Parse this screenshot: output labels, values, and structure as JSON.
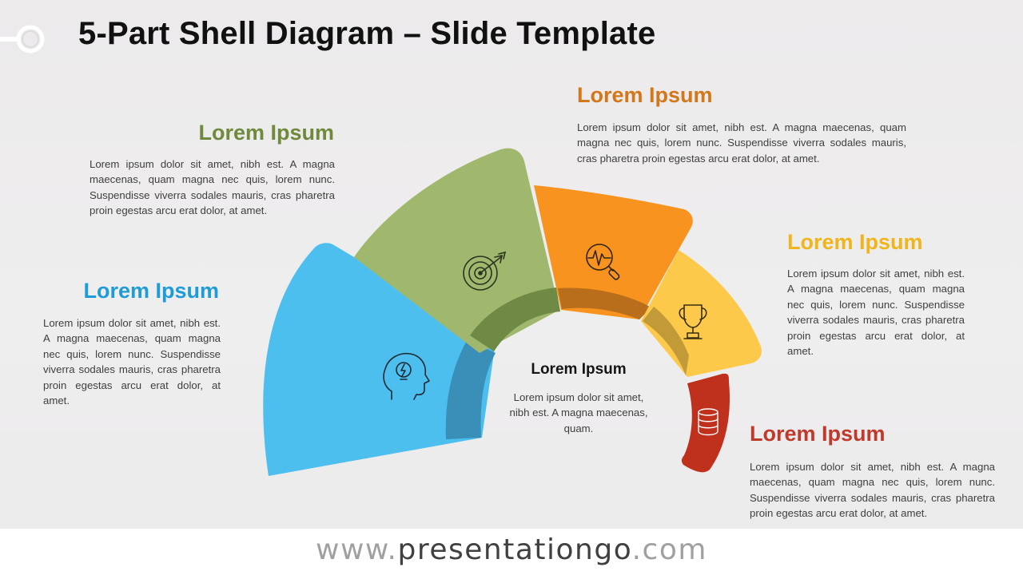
{
  "title": "5-Part Shell Diagram – Slide Template",
  "center": {
    "title": "Lorem Ipsum",
    "body": "Lorem ipsum dolor sit amet, nibh est. A magna maecenas, quam."
  },
  "segments": [
    {
      "id": "blue",
      "color": "#4cbfee",
      "inner_color": "#3a8fb8",
      "icon": "head-lightbulb-icon",
      "heading": "Lorem Ipsum",
      "heading_color": "#1f9bd7",
      "text": "Lorem ipsum dolor sit amet, nibh est. A magna maecenas, quam magna nec quis, lorem nunc. Suspendisse viverra sodales mauris, cras pharetra proin egestas arcu erat dolor, at amet."
    },
    {
      "id": "green",
      "color": "#a0b86e",
      "inner_color": "#6e8a45",
      "icon": "target-icon",
      "heading": "Lorem Ipsum",
      "heading_color": "#6f8a3c",
      "text": "Lorem ipsum dolor sit amet, nibh est. A magna maecenas, quam magna nec quis, lorem nunc. Suspendisse viverra sodales mauris, cras pharetra proin egestas arcu erat dolor, at amet."
    },
    {
      "id": "orange",
      "color": "#f7931e",
      "inner_color": "#b86e1a",
      "icon": "magnifier-pulse-icon",
      "heading": "Lorem Ipsum",
      "heading_color": "#d4761a",
      "text": "Lorem ipsum dolor sit amet, nibh est. A magna maecenas, quam magna nec quis, lorem nunc. Suspendisse viverra sodales mauris, cras pharetra proin egestas arcu erat dolor, at amet."
    },
    {
      "id": "yellow",
      "color": "#fdc94b",
      "inner_color": "#c29a38",
      "icon": "trophy-icon",
      "heading": "Lorem Ipsum",
      "heading_color": "#f0b41c",
      "text": "Lorem ipsum dolor sit amet, nibh est. A magna maecenas, quam magna nec quis, lorem nunc. Suspendisse viverra sodales mauris, cras pharetra proin egestas arcu erat dolor, at amet."
    },
    {
      "id": "red",
      "color": "#c0311d",
      "inner_color": "#c0311d",
      "icon": "database-icon",
      "heading": "Lorem Ipsum",
      "heading_color": "#c0392b",
      "text": "Lorem ipsum dolor sit amet, nibh est. A magna maecenas, quam magna nec quis, lorem nunc. Suspendisse viverra sodales mauris, cras pharetra proin egestas arcu erat dolor, at amet."
    }
  ],
  "footer": {
    "prefix": "www.",
    "brand": "presentationgo",
    "suffix": ".com"
  }
}
